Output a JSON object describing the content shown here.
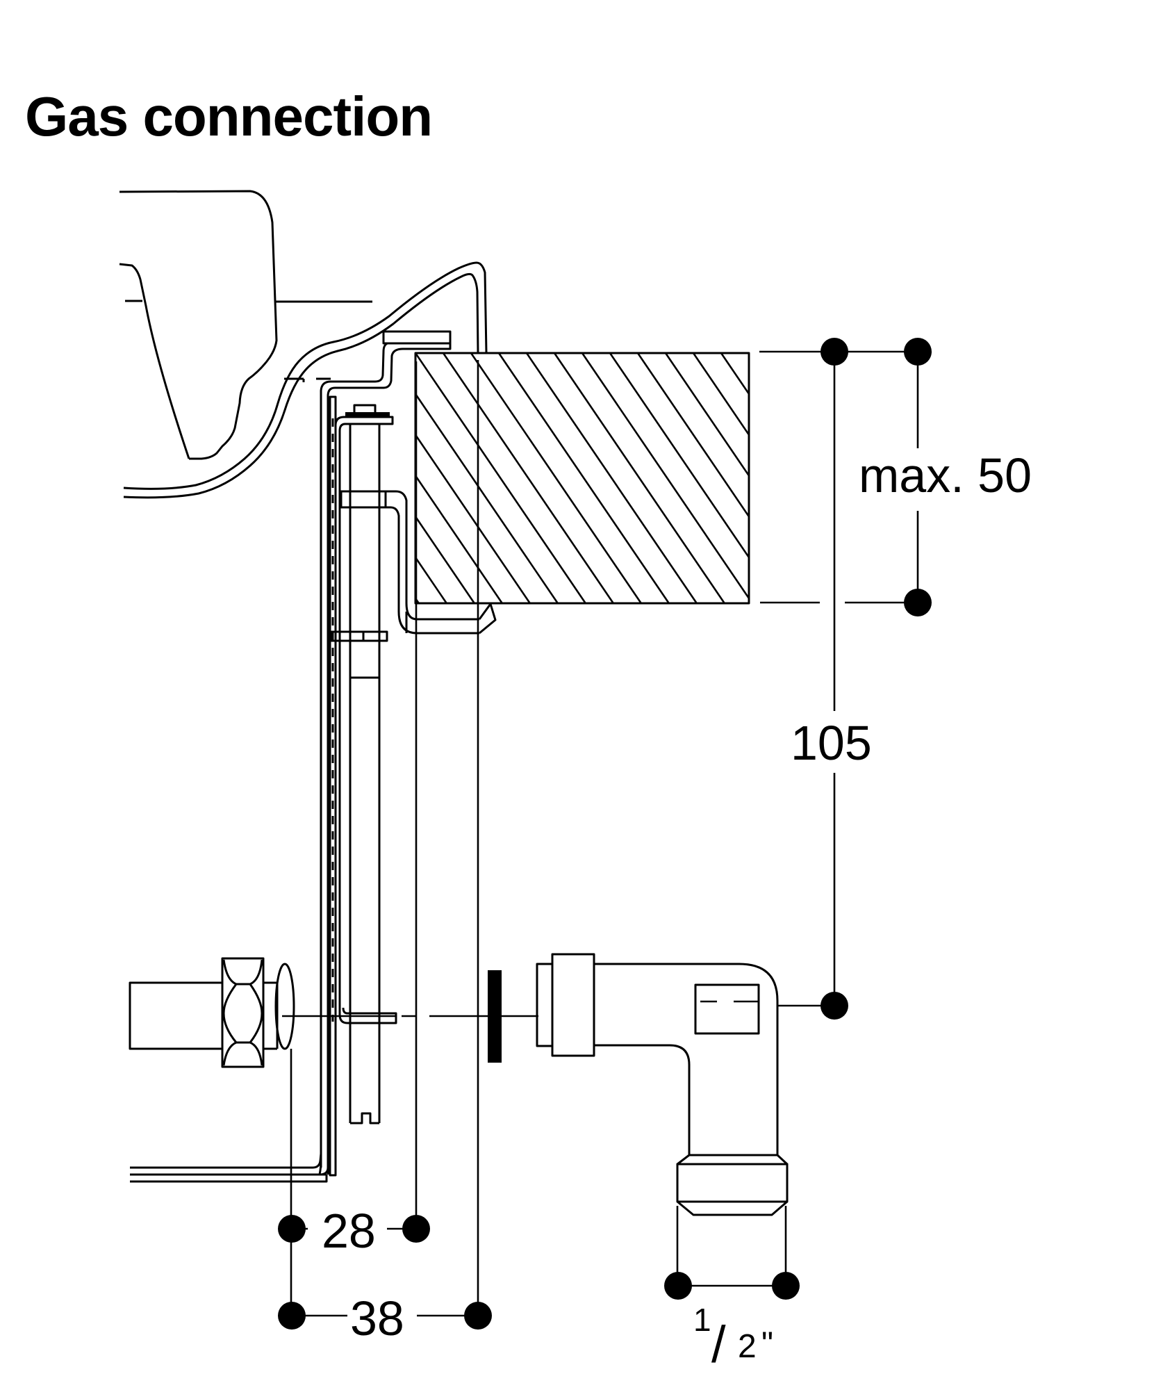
{
  "title": "Gas connection",
  "dimensions": {
    "worktop_thickness": {
      "label": "max. 50",
      "value": 50,
      "qualifier": "max.",
      "unit": "mm"
    },
    "connection_height": {
      "label": "105",
      "value": 105,
      "unit": "mm"
    },
    "offset_small": {
      "label": "28",
      "value": 28,
      "unit": "mm"
    },
    "offset_large": {
      "label": "38",
      "value": 38,
      "unit": "mm"
    },
    "thread_size": {
      "numerator": "1",
      "slash": "/",
      "denominator": "2",
      "unit_mark": "\"",
      "label": "1/2\""
    }
  },
  "components": [
    "cooktop-pan-support",
    "cooktop-trough",
    "worktop-hatched",
    "mounting-bracket",
    "gas-pipe",
    "hex-nut",
    "seal-flange",
    "gasket",
    "elbow-connector"
  ],
  "colors": {
    "ink": "#000000",
    "background": "#ffffff"
  }
}
